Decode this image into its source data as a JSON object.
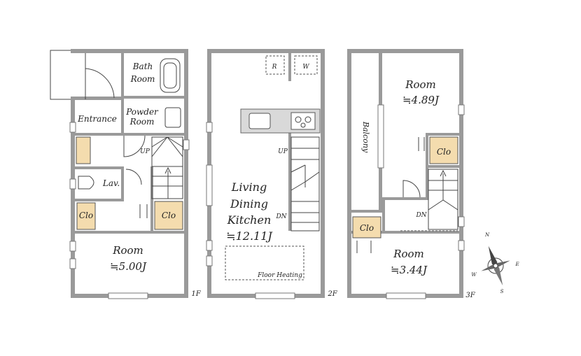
{
  "floors": [
    {
      "label": "1F"
    },
    {
      "label": "2F"
    },
    {
      "label": "3F"
    }
  ],
  "rooms": {
    "bath_line1": "Bath",
    "bath_line2": "Room",
    "entrance": "Entrance",
    "powder_line1": "Powder",
    "powder_line2": "Room",
    "lav": "Lav.",
    "clo": "Clo",
    "room1_name": "Room",
    "room1_size": "≒5.00J",
    "ldk_line1": "Living",
    "ldk_line2": "Dining",
    "ldk_line3": "Kitchen",
    "ldk_size": "≒12.11J",
    "fridge": "R",
    "washer": "W",
    "floor_heating": "Floor Heating",
    "balcony": "Balcony",
    "room3a_name": "Room",
    "room3a_size": "≒4.89J",
    "room3b_name": "Room",
    "room3b_size": "≒3.44J"
  },
  "stairs": {
    "up": "UP",
    "dn": "DN"
  },
  "compass": {
    "n": "N",
    "e": "E",
    "s": "S",
    "w": "W"
  }
}
